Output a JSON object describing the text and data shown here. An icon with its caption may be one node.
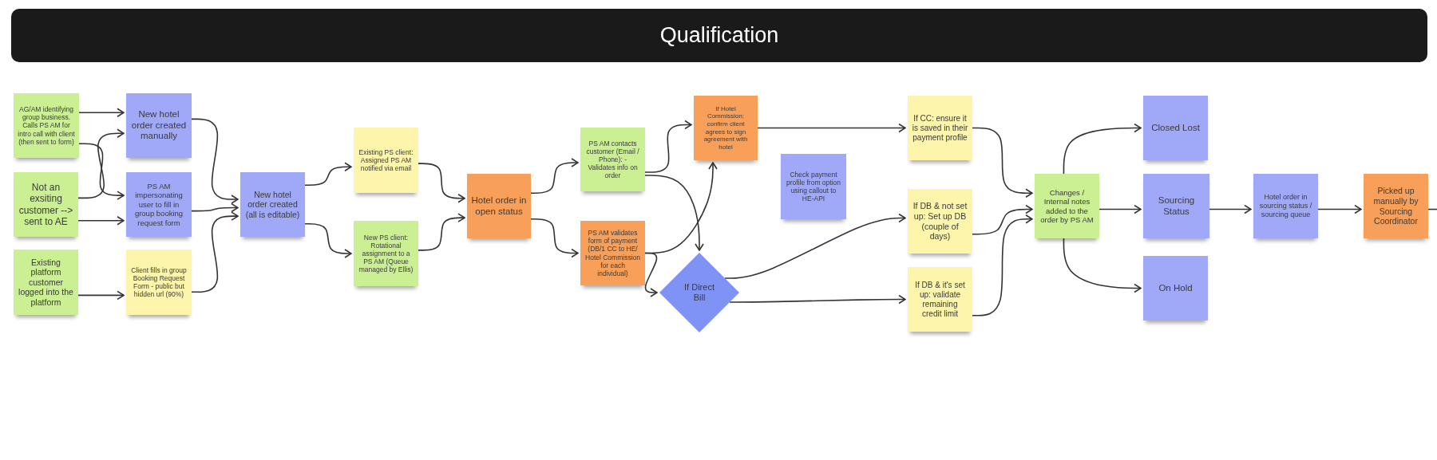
{
  "diagram": {
    "title": "Qualification",
    "nodes": [
      {
        "text": [
          "AG/AM identifying group business. Calls PS AM for intro call with client (then sent to form)"
        ]
      },
      {
        "text": [
          "Not an exsiting customer --> sent to AE"
        ]
      },
      {
        "text": [
          "Existing platform customer logged into the platform"
        ]
      },
      {
        "text": [
          "New hotel order created manually"
        ]
      },
      {
        "text": [
          "PS AM impersonating user to fill in group booking request form"
        ]
      },
      {
        "text": [
          "Client fills in group Booking Request Form - public but hidden url (90%)"
        ]
      },
      {
        "text": [
          "New hotel order created (all is editable)"
        ]
      },
      {
        "text": [
          "Existing PS client: Assigned PS AM notified via email"
        ]
      },
      {
        "text": [
          "New PS client: Rotational assignment to a PS AM (Queue managed by Ellis)"
        ]
      },
      {
        "text": [
          "Hotel order in open status"
        ]
      },
      {
        "text": [
          "PS AM contacts customer (Email / Phone): - Validates info on order"
        ]
      },
      {
        "text": [
          "PS AM validates form of payment (DB/1 CC to HE/ Hotel Commission for each individual)"
        ]
      },
      {
        "text": [
          "If Hotel Commission: confirm client agrees to sign agreement with hotel"
        ]
      },
      {
        "text": [
          "Check payment profile from option using callout to HE-API"
        ]
      },
      {
        "text": [
          "If Direct Bill"
        ]
      },
      {
        "text": [
          "If CC: ensure it is saved in their payment profile"
        ]
      },
      {
        "text": [
          "If DB & not set up: Set up DB (couple of days)"
        ]
      },
      {
        "text": [
          "If DB & it's set up: validate remaining credit limit"
        ]
      },
      {
        "text": [
          "Changes / Internal notes added to the order by PS AM"
        ]
      },
      {
        "text": [
          "Closed Lost"
        ]
      },
      {
        "text": [
          "Sourcing Status"
        ]
      },
      {
        "text": [
          "On Hold"
        ]
      },
      {
        "text": [
          "Hotel order in sourcing status / sourcing queue"
        ]
      },
      {
        "text": [
          "Picked up manually by Sourcing Coordinator"
        ]
      }
    ],
    "edges": [
      {
        "from": 0,
        "to": 3,
        "arrow": "to"
      },
      {
        "from": 0,
        "to": 4,
        "arrow": "to"
      },
      {
        "from": 1,
        "to": 3,
        "arrow": "to"
      },
      {
        "from": 1,
        "to": 4,
        "arrow": "to"
      },
      {
        "from": 2,
        "to": 5,
        "arrow": "to"
      },
      {
        "from": 3,
        "to": 6,
        "arrow": "to"
      },
      {
        "from": 4,
        "to": 6,
        "arrow": "to"
      },
      {
        "from": 5,
        "to": 6,
        "arrow": "to"
      },
      {
        "from": 6,
        "to": 7,
        "arrow": "to"
      },
      {
        "from": 6,
        "to": 8,
        "arrow": "to"
      },
      {
        "from": 7,
        "to": 9,
        "arrow": "to"
      },
      {
        "from": 8,
        "to": 9,
        "arrow": "to"
      },
      {
        "from": 9,
        "to": 10,
        "arrow": "to"
      },
      {
        "from": 9,
        "to": 11,
        "arrow": "to"
      },
      {
        "from": 10,
        "to": 12,
        "arrow": "to"
      },
      {
        "from": 10,
        "to": 14,
        "arrow": "to"
      },
      {
        "from": 11,
        "to": 12,
        "arrow": "to"
      },
      {
        "from": 11,
        "to": 14,
        "arrow": "to"
      },
      {
        "from": 12,
        "to": 15,
        "arrow": "to"
      },
      {
        "from": 14,
        "to": 16,
        "arrow": "to"
      },
      {
        "from": 14,
        "to": 17,
        "arrow": "to"
      },
      {
        "from": 15,
        "to": 18,
        "arrow": "to"
      },
      {
        "from": 16,
        "to": 18,
        "arrow": "to"
      },
      {
        "from": 17,
        "to": 18,
        "arrow": "to"
      },
      {
        "from": 18,
        "to": 19,
        "arrow": "to"
      },
      {
        "from": 18,
        "to": 20,
        "arrow": "to"
      },
      {
        "from": 18,
        "to": 21,
        "arrow": "to"
      },
      {
        "from": 20,
        "to": 22,
        "arrow": "to"
      },
      {
        "from": 22,
        "to": 23,
        "arrow": "to"
      },
      {
        "from": 23,
        "to": null,
        "arrow": "none"
      }
    ]
  }
}
